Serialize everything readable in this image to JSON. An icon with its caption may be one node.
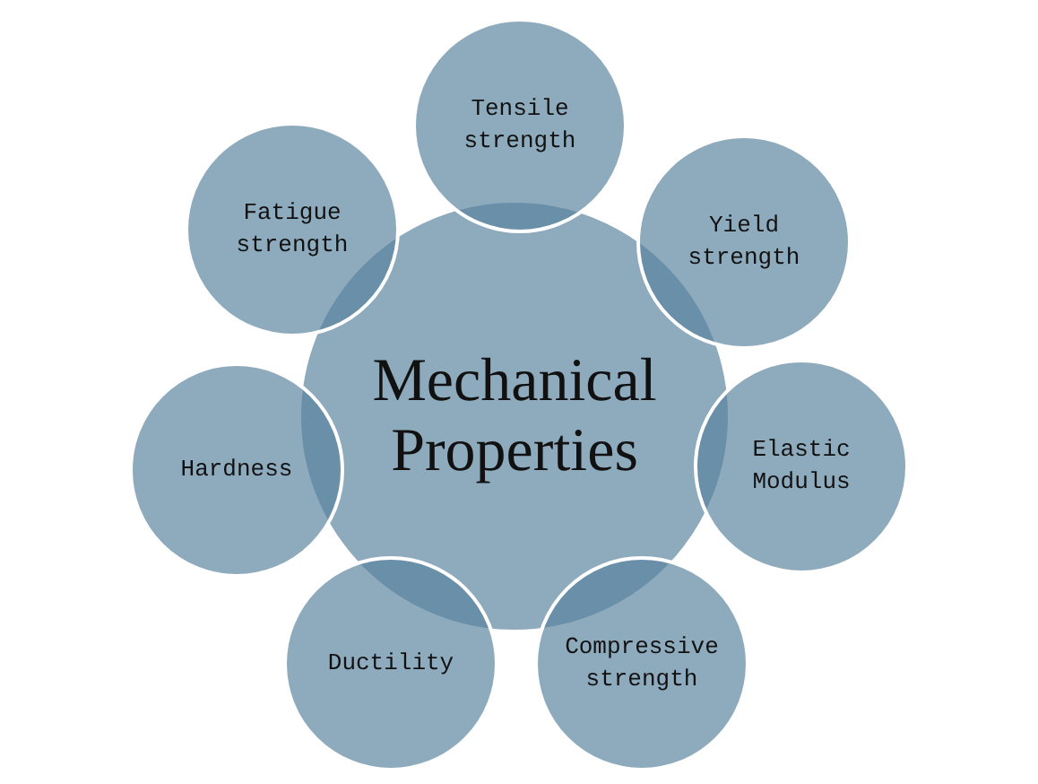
{
  "diagram": {
    "nodes": [
      {
        "text": [
          "Mechanical Properties"
        ]
      },
      {
        "text": [
          "Tensile strength"
        ]
      },
      {
        "text": [
          "Yield strength"
        ]
      },
      {
        "text": [
          "Elastic Modulus"
        ]
      },
      {
        "text": [
          "Compressive strength"
        ]
      },
      {
        "text": [
          "Ductility"
        ]
      },
      {
        "text": [
          "Hardness"
        ]
      },
      {
        "text": [
          "Fatigue strength"
        ]
      }
    ]
  }
}
